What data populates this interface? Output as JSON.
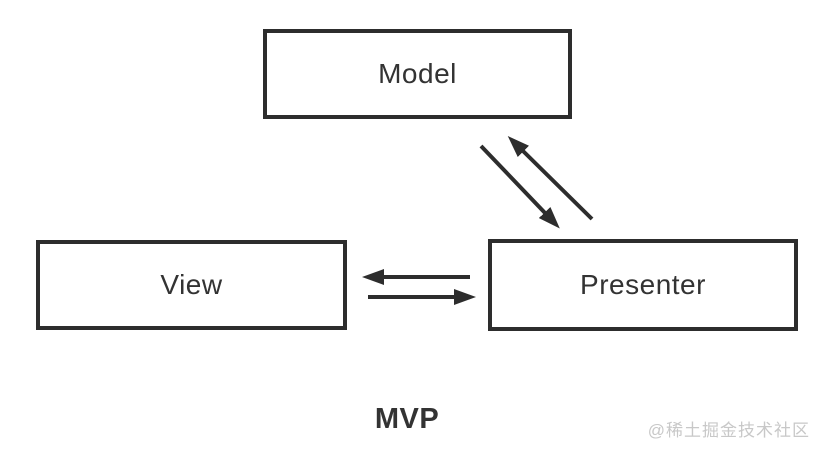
{
  "diagram": {
    "title": "MVP",
    "watermark": "@稀土掘金技术社区",
    "nodes": [
      {
        "id": "model",
        "label": "Model"
      },
      {
        "id": "view",
        "label": "View"
      },
      {
        "id": "presenter",
        "label": "Presenter"
      }
    ],
    "edges": [
      {
        "from": "model",
        "to": "presenter",
        "style": "diagonal-arrow"
      },
      {
        "from": "presenter",
        "to": "model",
        "style": "diagonal-arrow"
      },
      {
        "from": "presenter",
        "to": "view",
        "style": "horizontal-arrow"
      },
      {
        "from": "view",
        "to": "presenter",
        "style": "horizontal-arrow"
      }
    ],
    "colors": {
      "stroke": "#2d2d2d",
      "text": "#333333",
      "watermark": "#c8c8c8",
      "background": "#ffffff"
    }
  }
}
